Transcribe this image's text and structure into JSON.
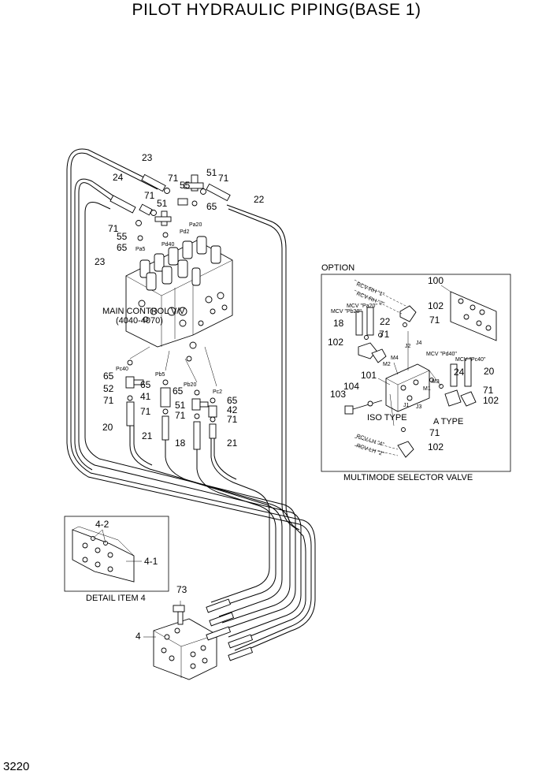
{
  "title": "PILOT HYDRAULIC PIPING(BASE 1)",
  "page_number": "3220",
  "main_valve": {
    "label_1": "MAIN CONTROL V/V",
    "label_2": "(4040-4070)"
  },
  "port_labels": {
    "pa5": "Pa5",
    "pd40": "Pd40",
    "pd2": "Pd2",
    "pa20": "Pa20",
    "pc40": "Pc40",
    "pb5": "Pb5",
    "pb20": "Pb20",
    "pc2": "Pc2"
  },
  "callouts": {
    "c23_top": "23",
    "c24": "24",
    "c71_a": "71",
    "c51_a": "51",
    "c71_b": "71",
    "c55_a": "55",
    "c71_c": "71",
    "c51_b": "51",
    "c65_a": "65",
    "c22": "22",
    "c71_d": "71",
    "c55_b": "55",
    "c65_b": "65",
    "c23_left": "23",
    "c65_c": "65",
    "c52": "52",
    "c71_e": "71",
    "c20": "20",
    "c65_d": "65",
    "c41": "41",
    "c71_f": "71",
    "c21_a": "21",
    "c65_e": "65",
    "c51_c": "51",
    "c71_g": "71",
    "c18": "18",
    "c65_f": "65",
    "c42": "42",
    "c71_h": "71",
    "c21_b": "21",
    "c73": "73",
    "c4": "4"
  },
  "detail": {
    "label": "DETAIL ITEM 4",
    "c4_2": "4-2",
    "c4_1": "4-1"
  },
  "option": {
    "label": "OPTION",
    "caption": "MULTIMODE SELECTOR VALVE",
    "c100": "100",
    "c102_a": "102",
    "c71_a": "71",
    "c18": "18",
    "c22": "22",
    "c102_b": "102",
    "c71_b": "71",
    "c101": "101",
    "c104": "104",
    "c103": "103",
    "c24": "24",
    "c20": "20",
    "c71_c": "71",
    "c102_c": "102",
    "c71_d": "71",
    "c102_d": "102",
    "iso_type": "ISO  TYPE",
    "a_type": "A  TYPE",
    "mcv_pa20": "MCV \"Pa20\"",
    "mcv_pb20": "MCV \"Pb20\"",
    "mcv_pd40": "MCV \"Pd40\"",
    "mcv_pc40": "MCV \"Pc40\"",
    "rcv_rh_1": "RCV-RH \"1\"",
    "rcv_rh_2": "RCV-RH \"2\"",
    "rcv_lh_4": "RCV-LH \"4\"",
    "rcv_lh_2": "RCV-LH \"2\"",
    "j1": "J1",
    "j2": "J2",
    "j3": "J3",
    "j4": "J4",
    "m1": "M1",
    "m2": "M2",
    "m3": "M3",
    "m4": "M4"
  }
}
